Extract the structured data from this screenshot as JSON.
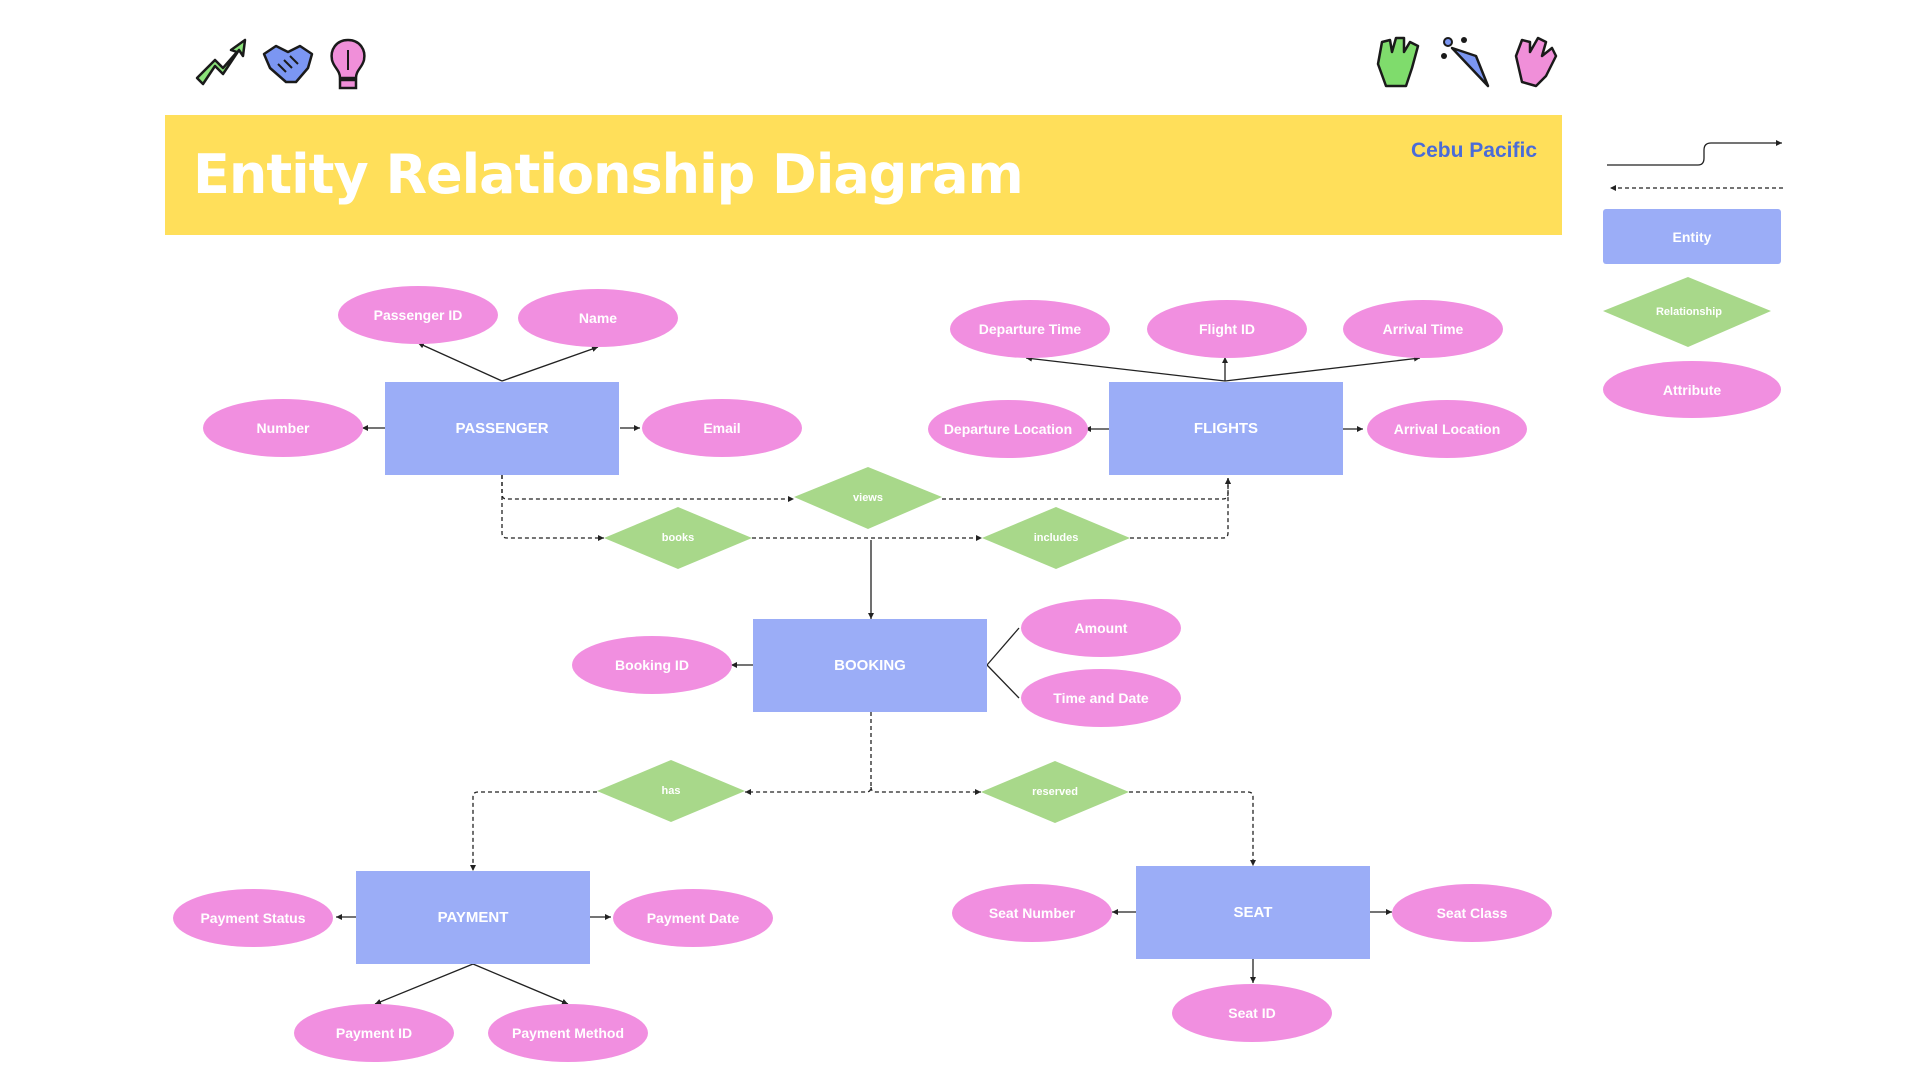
{
  "header": {
    "title": "Entity Relationship Diagram",
    "brand": "Cebu Pacific"
  },
  "colors": {
    "banner": "#ffdf5a",
    "entity": "#9badf7",
    "relationship": "#a8d88a",
    "attribute": "#f18fe0",
    "brand_text": "#4a6cd8"
  },
  "icons": {
    "left": [
      "growth-arrow-icon",
      "handshake-icon",
      "lightbulb-icon"
    ],
    "right": [
      "high-five-icon",
      "party-popper-icon",
      "clapping-hands-icon"
    ]
  },
  "legend": {
    "entity": "Entity",
    "relationship": "Relationship",
    "attribute": "Attribute"
  },
  "entities": {
    "passenger": "PASSENGER",
    "flights": "FLIGHTS",
    "booking": "BOOKING",
    "payment": "PAYMENT",
    "seat": "SEAT"
  },
  "relationships": {
    "views": "views",
    "books": "books",
    "includes": "includes",
    "has": "has",
    "reserved": "reserved"
  },
  "attributes": {
    "passenger_id": "Passenger ID",
    "name": "Name",
    "number": "Number",
    "email": "Email",
    "departure_time": "Departure Time",
    "flight_id": "Flight ID",
    "arrival_time": "Arrival Time",
    "departure_location": "Departure Location",
    "arrival_location": "Arrival Location",
    "booking_id": "Booking ID",
    "amount": "Amount",
    "time_and_date": "Time and Date",
    "payment_status": "Payment Status",
    "payment_date": "Payment Date",
    "payment_id": "Payment ID",
    "payment_method": "Payment Method",
    "seat_number": "Seat Number",
    "seat_class": "Seat Class",
    "seat_id": "Seat ID"
  }
}
